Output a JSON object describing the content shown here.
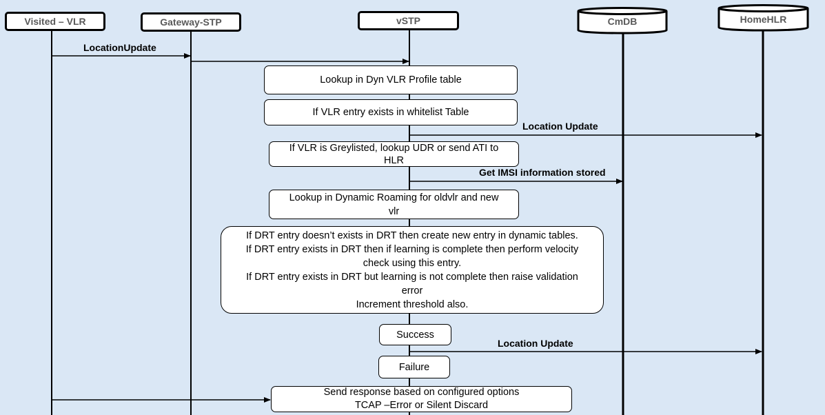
{
  "actors": {
    "visited_vlr": "Visited – VLR",
    "gateway_stp": "Gateway-STP",
    "vstp": "vSTP",
    "cmdb": "CmDB",
    "home_hlr": "HomeHLR"
  },
  "messages": {
    "location_update_1": "LocationUpdate",
    "location_update_2": "Location Update",
    "get_imsi": "Get IMSI information stored",
    "location_update_3": "Location Update"
  },
  "boxes": {
    "lookup_dyn_vlr": "Lookup in Dyn VLR Profile table",
    "whitelist": "If VLR entry exists in whitelist Table",
    "greylisted": [
      "If VLR is Greylisted, lookup UDR or send ATI to",
      "HLR"
    ],
    "dynamic_roaming": [
      "Lookup in Dynamic Roaming for oldvlr and new",
      "vlr"
    ],
    "drt": [
      "If DRT entry doesn’t exists in DRT then create new entry in dynamic tables.",
      "If DRT entry exists in DRT then if learning is complete then perform velocity",
      "check using this entry.",
      "If DRT entry exists in DRT but learning is not complete then raise validation",
      "error",
      "Increment threshold also."
    ],
    "success": "Success",
    "failure": "Failure",
    "send_response": [
      "Send response based on configured options",
      "TCAP –Error or Silent Discard"
    ]
  },
  "colors": {
    "background": "#dae7f5",
    "actor_text": "#595959",
    "line": "#000000"
  }
}
